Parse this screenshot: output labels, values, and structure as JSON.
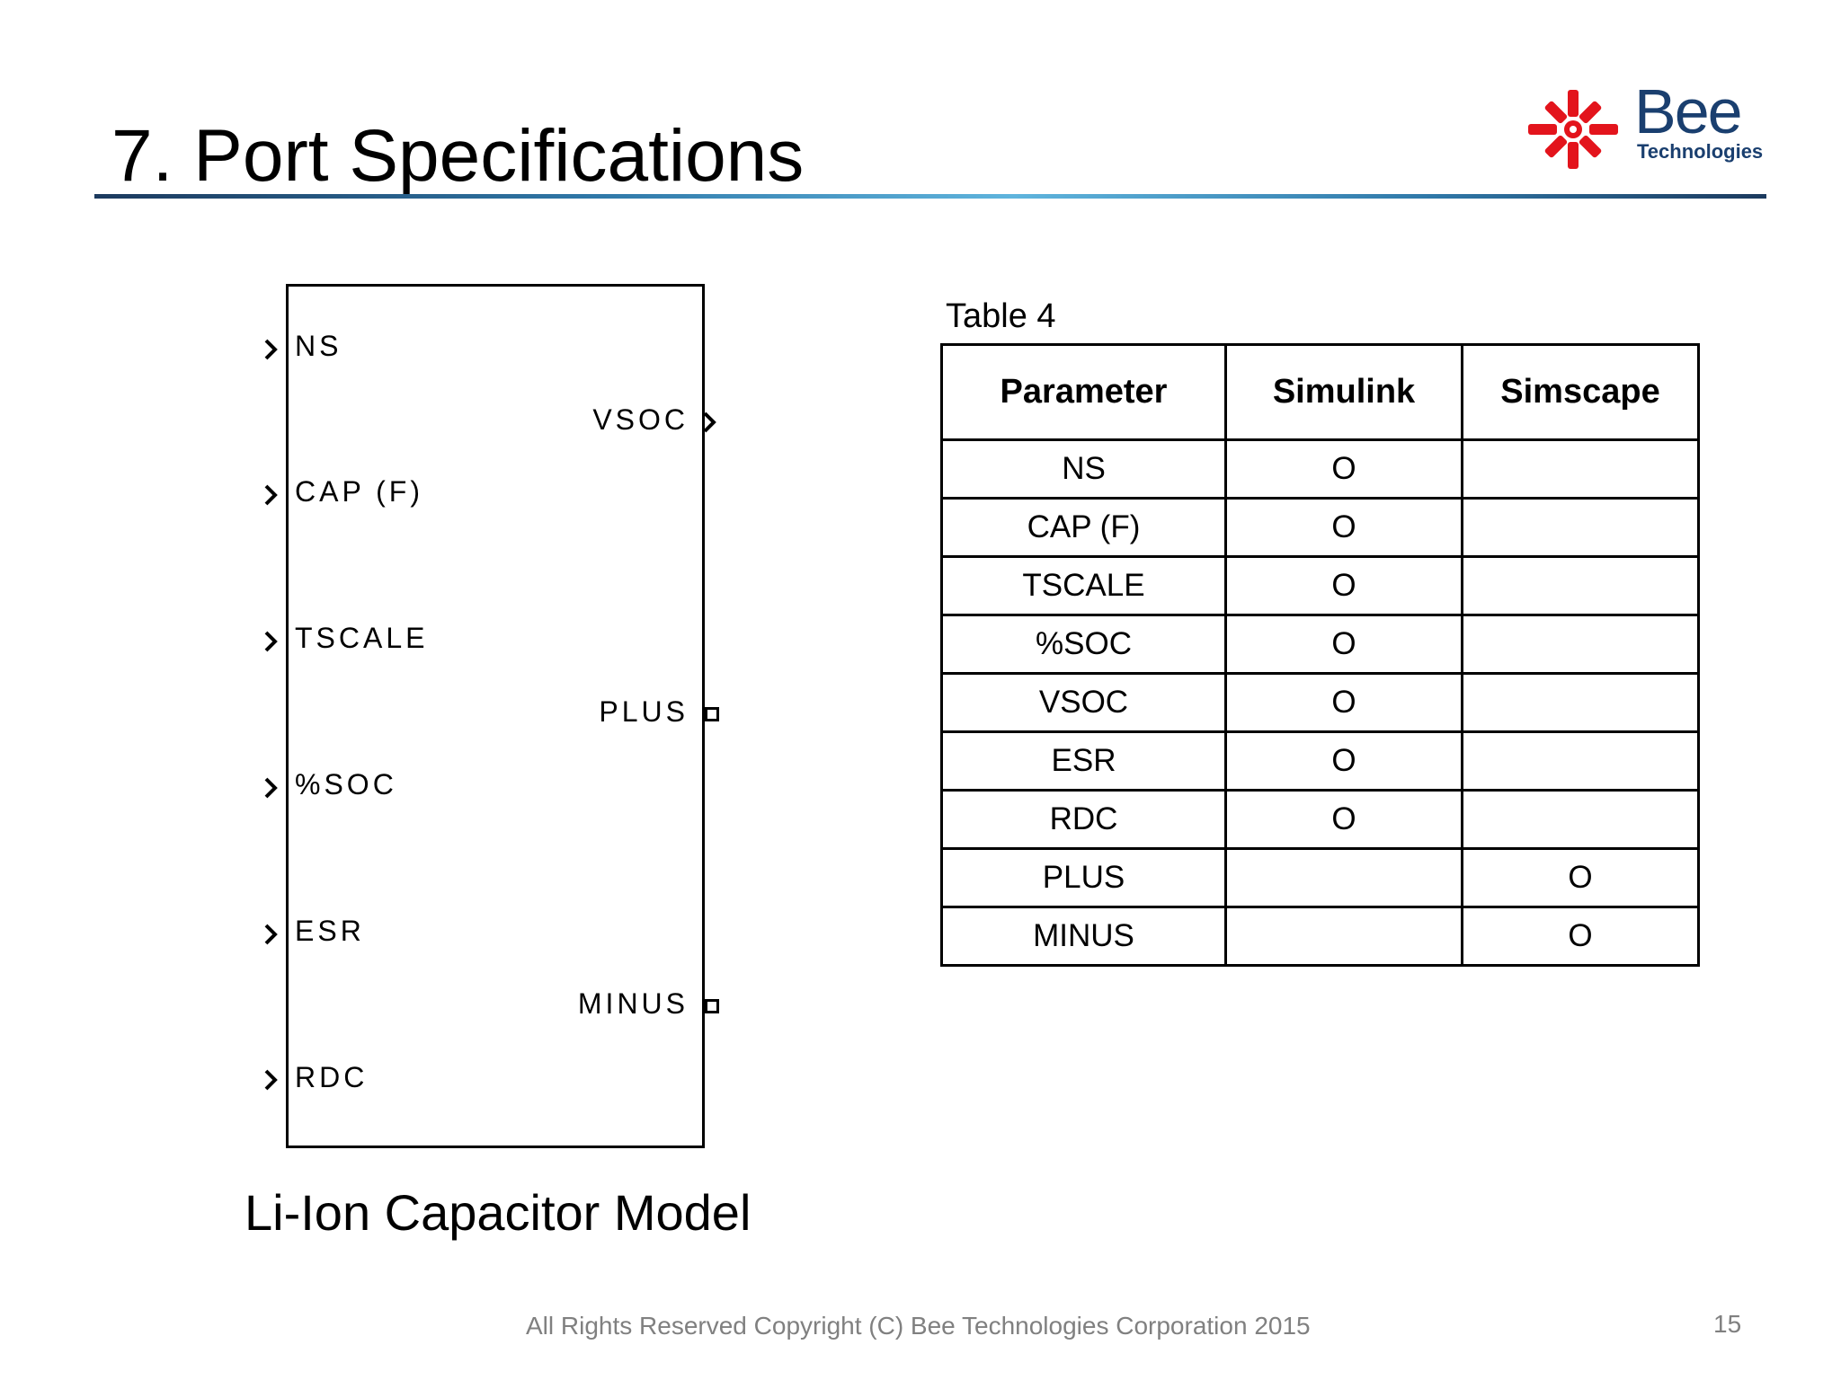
{
  "slide": {
    "title": "7. Port Specifications",
    "footer": "All Rights Reserved Copyright (C) Bee Technologies Corporation 2015",
    "page_number": "15"
  },
  "logo": {
    "name": "Bee",
    "subtitle": "Technologies",
    "accent_color": "#e3141c",
    "text_color": "#1a3f6f"
  },
  "block": {
    "caption": "Li-Ion Capacitor Model",
    "inputs": [
      "NS",
      "CAP (F)",
      "TSCALE",
      "%SOC",
      "ESR",
      "RDC"
    ],
    "outputs": [
      "VSOC"
    ],
    "conserving": [
      "PLUS",
      "MINUS"
    ]
  },
  "table": {
    "caption": "Table 4",
    "headers": [
      "Parameter",
      "Simulink",
      "Simscape"
    ],
    "rows": [
      [
        "NS",
        "O",
        ""
      ],
      [
        "CAP (F)",
        "O",
        ""
      ],
      [
        "TSCALE",
        "O",
        ""
      ],
      [
        "%SOC",
        "O",
        ""
      ],
      [
        "VSOC",
        "O",
        ""
      ],
      [
        "ESR",
        "O",
        ""
      ],
      [
        "RDC",
        "O",
        ""
      ],
      [
        "PLUS",
        "",
        "O"
      ],
      [
        "MINUS",
        "",
        "O"
      ]
    ]
  }
}
